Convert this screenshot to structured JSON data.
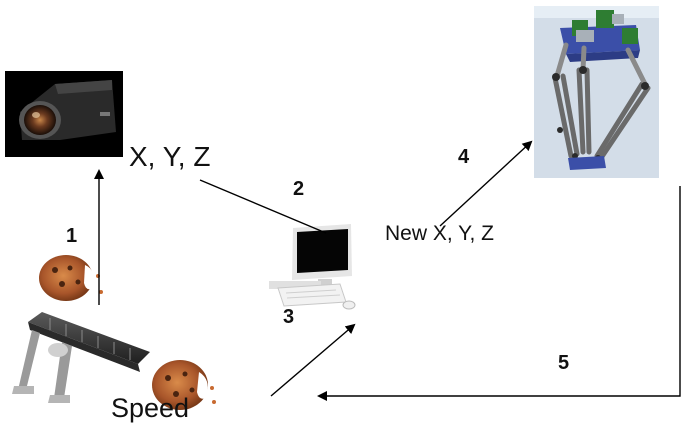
{
  "labels": {
    "coords": "X, Y, Z",
    "new_coords": "New X, Y, Z",
    "speed": "Speed"
  },
  "steps": [
    "1",
    "2",
    "3",
    "4",
    "5"
  ],
  "colors": {
    "background": "#ffffff",
    "arrow": "#000000",
    "camera_body": "#2a2a2a",
    "robot_base": "#3b4fa8",
    "robot_motor": "#2e7d32"
  }
}
